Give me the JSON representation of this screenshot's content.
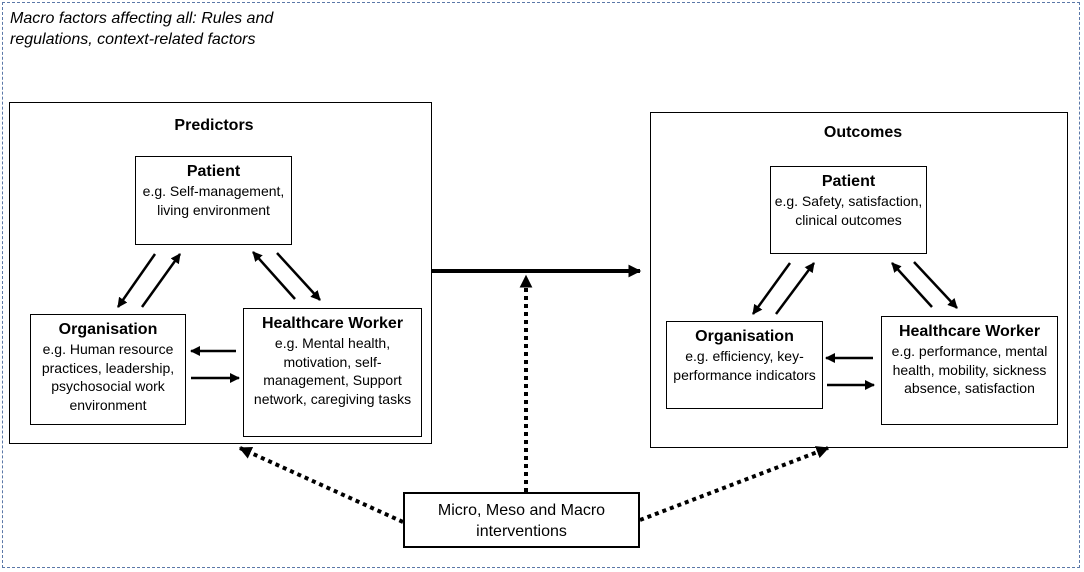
{
  "macro": {
    "label": "Macro factors affecting all: Rules and regulations, context-related factors"
  },
  "predictors": {
    "title": "Predictors",
    "patient": {
      "title": "Patient",
      "desc": "e.g. Self-management, living environment"
    },
    "organisation": {
      "title": "Organisation",
      "desc": "e.g. Human resource practices, leadership, psychosocial work environment"
    },
    "healthcare_worker": {
      "title": "Healthcare Worker",
      "desc": "e.g. Mental health, motivation, self-management, Support network, caregiving tasks"
    }
  },
  "outcomes": {
    "title": "Outcomes",
    "patient": {
      "title": "Patient",
      "desc": "e.g. Safety, satisfaction, clinical outcomes"
    },
    "organisation": {
      "title": "Organisation",
      "desc": "e.g. efficiency, key-performance indicators"
    },
    "healthcare_worker": {
      "title": "Healthcare Worker",
      "desc": "e.g. performance, mental health, mobility, sickness absence, satisfaction"
    }
  },
  "interventions": {
    "label": "Micro, Meso and Macro interventions"
  }
}
